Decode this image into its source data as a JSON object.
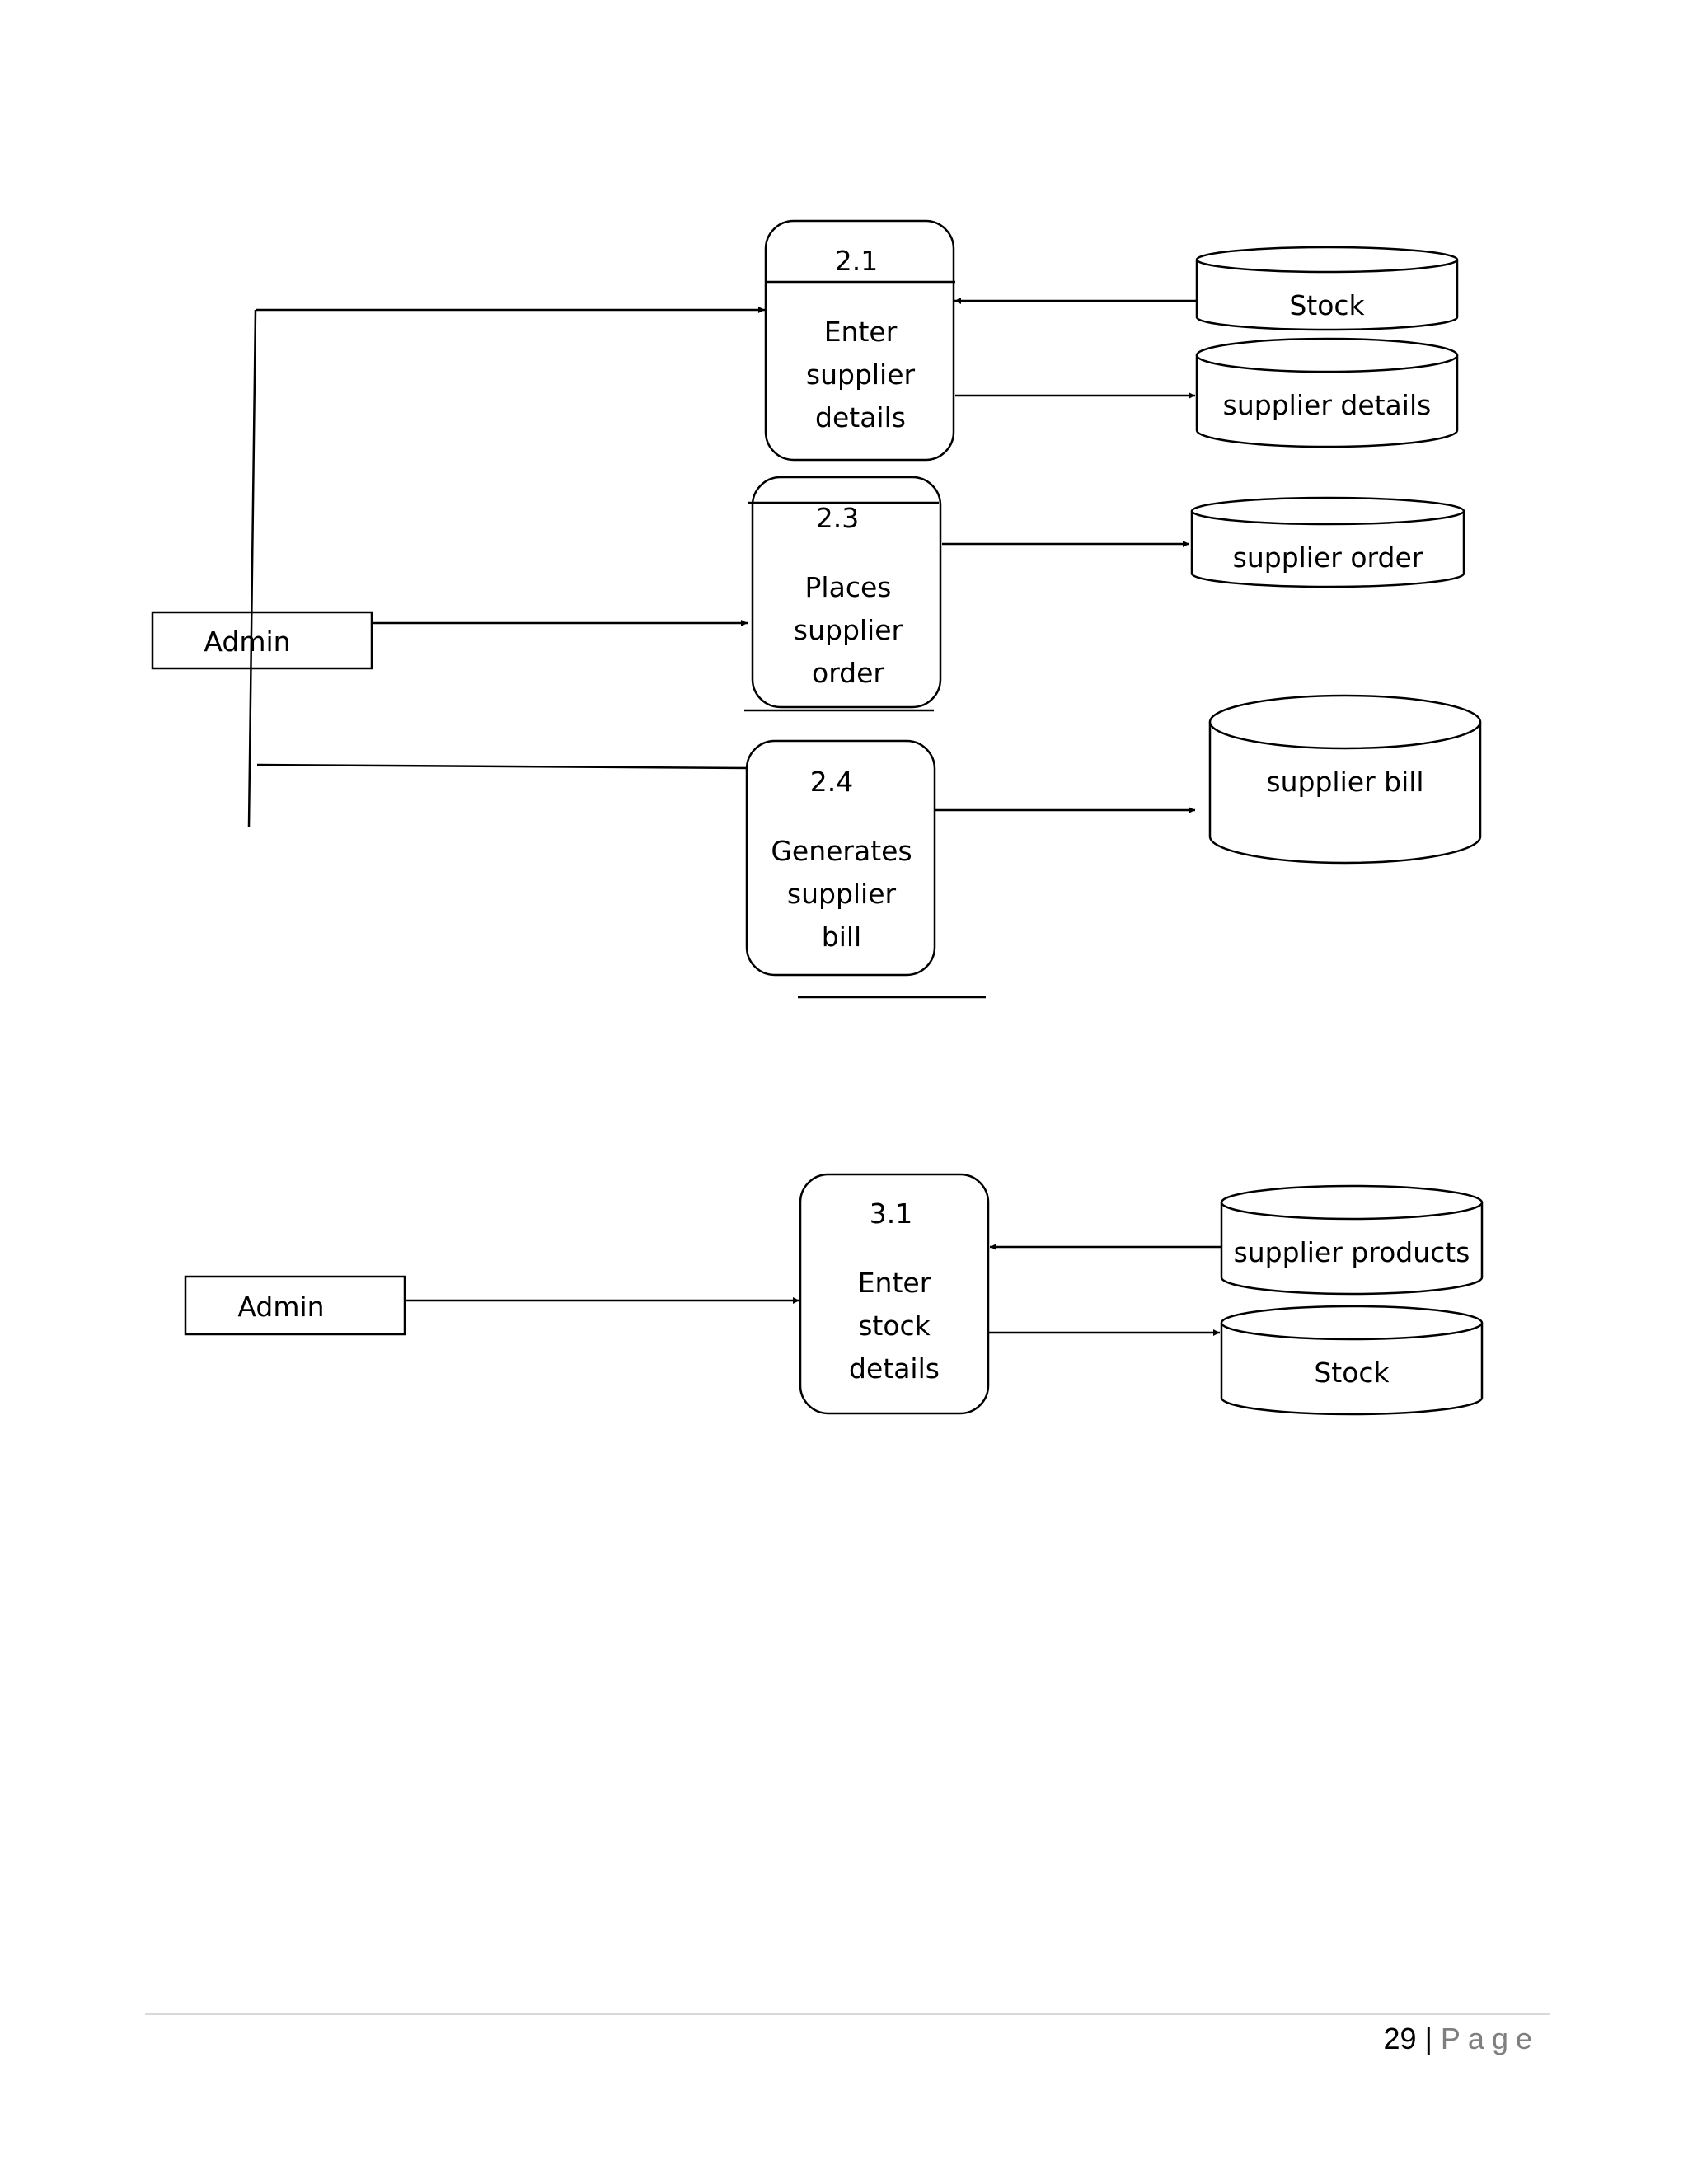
{
  "diagram1": {
    "admin": "Admin",
    "processes": [
      {
        "number": "2.1",
        "lines": [
          "Enter",
          "supplier",
          "details"
        ]
      },
      {
        "number": "2.3",
        "lines": [
          "Places",
          "supplier",
          "order"
        ]
      },
      {
        "number": "2.4",
        "lines": [
          "Generates",
          "supplier",
          "bill"
        ]
      }
    ],
    "stores": [
      "Stock",
      "supplier details",
      "supplier order",
      "supplier bill"
    ]
  },
  "diagram2": {
    "admin": "Admin",
    "process": {
      "number": "3.1",
      "lines": [
        "Enter",
        "stock",
        "details"
      ]
    },
    "stores": [
      "supplier products",
      "Stock"
    ]
  },
  "footer": {
    "page_number": "29",
    "separator": "|",
    "page_label": "Page"
  }
}
